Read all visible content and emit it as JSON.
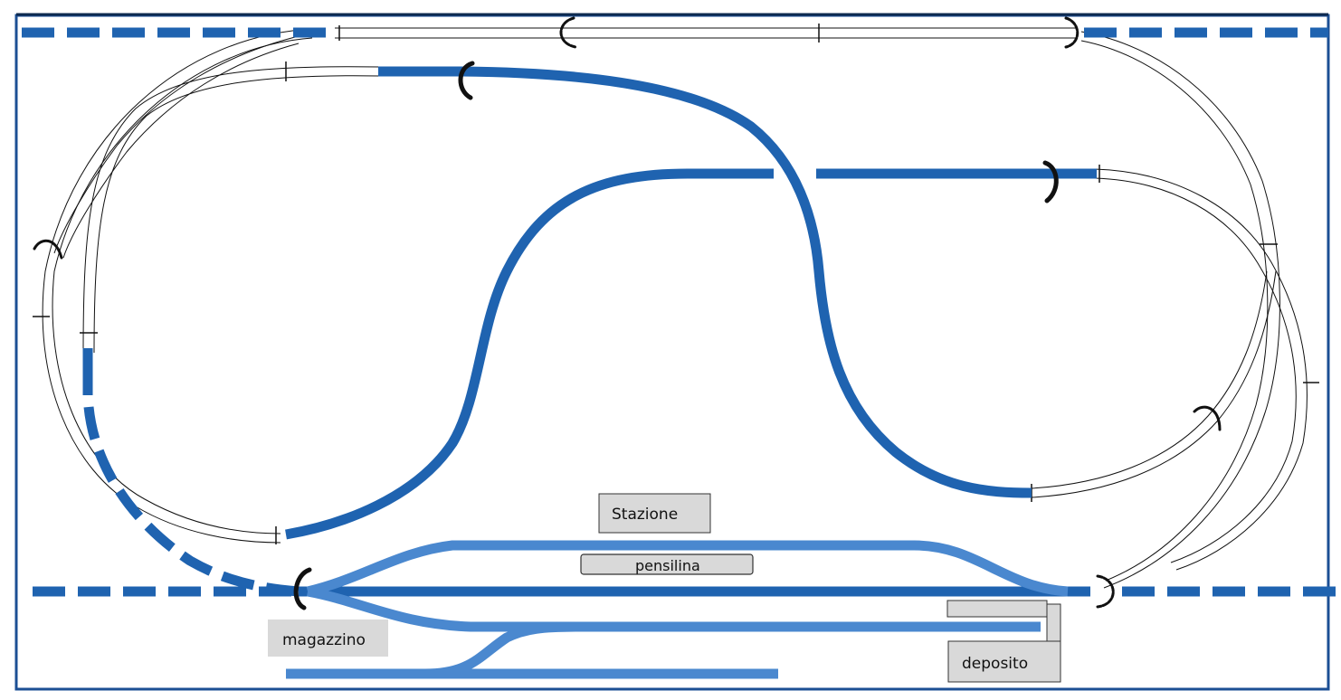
{
  "diagram": {
    "title": "Model railway track layout",
    "colors": {
      "main_track": "#1f63b0",
      "station_track": "#4a88cf",
      "board_border": "#1c4f94",
      "label_fill": "#d9d9d9",
      "sectional_track_outline": "#111111"
    },
    "labels": {
      "station": "Stazione",
      "platform": "pensilina",
      "warehouse": "magazzino",
      "depot": "deposito"
    },
    "elements": {
      "hidden_track_style": "dashed",
      "turnout_icon": "bracket-turnout-icon",
      "sectional_track_outline": "double-line"
    }
  }
}
